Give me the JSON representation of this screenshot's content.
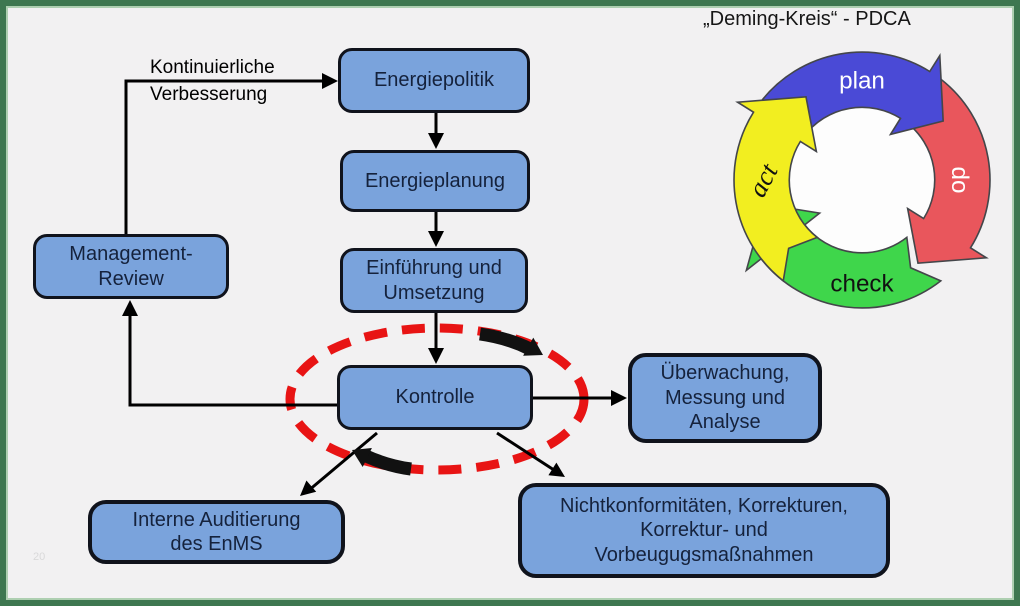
{
  "page": {
    "watermark": "20",
    "background_color": "#f2f1f2",
    "frame_color": "#3e7750"
  },
  "flowchart": {
    "feedback_label": "Kontinuierliche\nVerbesserung",
    "node_fill": "#7aa3dc",
    "node_border": "#10131c",
    "connector_color": "#000000",
    "highlight_ellipse_color": "#e81414",
    "nodes": {
      "energiepolitik": {
        "label": "Energiepolitik"
      },
      "energieplanung": {
        "label": "Energieplanung"
      },
      "einfuehrung": {
        "label": "Einführung und\nUmsetzung"
      },
      "kontrolle": {
        "label": "Kontrolle"
      },
      "management_review": {
        "label": "Management-\nReview"
      },
      "ueberwachung": {
        "label": "Überwachung,\nMessung und\nAnalyse"
      },
      "interne_auditierung": {
        "label": "Interne Auditierung\ndes EnMS"
      },
      "nichtkonformitaeten": {
        "label": "Nichtkonformitäten, Korrekturen,\nKorrektur- und\nVorbeugugsmaßnahmen"
      }
    }
  },
  "pdca": {
    "title": "„Deming-Kreis“ - PDCA",
    "segments": [
      {
        "label": "plan",
        "color": "#4a4ad6",
        "text_color": "#ffffff"
      },
      {
        "label": "do",
        "color": "#e9565c",
        "text_color": "#ffffff"
      },
      {
        "label": "check",
        "color": "#3fd64b",
        "text_color": "#111111"
      },
      {
        "label": "act",
        "color": "#f2ee20",
        "text_color": "#111111"
      }
    ]
  }
}
